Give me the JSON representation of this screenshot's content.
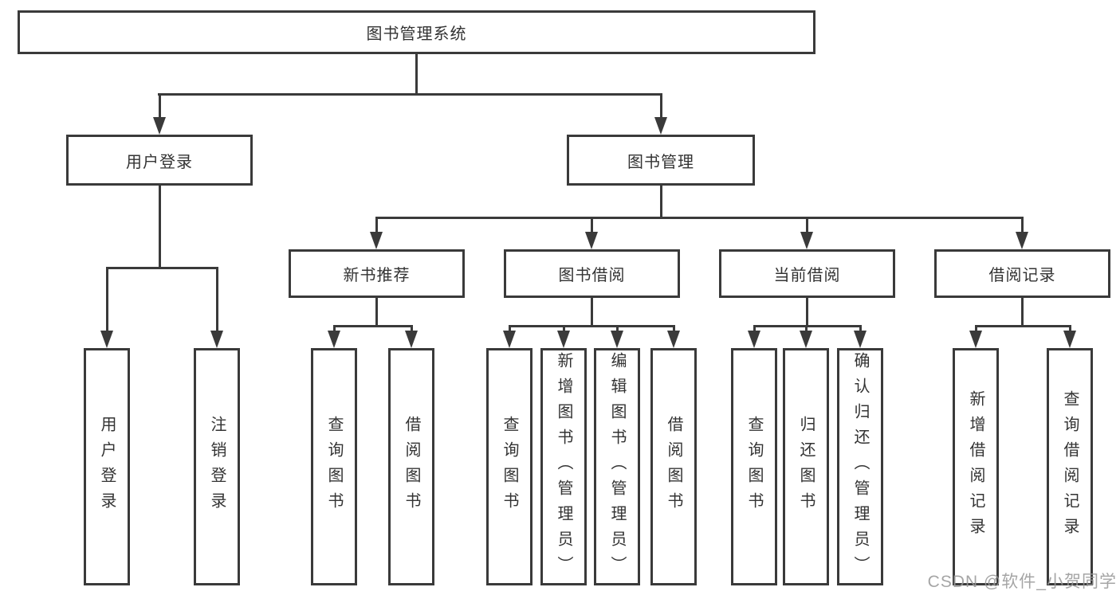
{
  "tree": {
    "label": "图书管理系统",
    "children": [
      {
        "label": "用户登录",
        "children": [
          {
            "label": "用户登录"
          },
          {
            "label": "注销登录"
          }
        ]
      },
      {
        "label": "图书管理",
        "children": [
          {
            "label": "新书推荐",
            "children": [
              {
                "label": "查询图书"
              },
              {
                "label": "借阅图书"
              }
            ]
          },
          {
            "label": "图书借阅",
            "children": [
              {
                "label": "查询图书"
              },
              {
                "label": "新增图书（管理员）"
              },
              {
                "label": "编辑图书（管理员）"
              },
              {
                "label": "借阅图书"
              }
            ]
          },
          {
            "label": "当前借阅",
            "children": [
              {
                "label": "查询图书"
              },
              {
                "label": "归还图书"
              },
              {
                "label": "确认归还（管理员）"
              }
            ]
          },
          {
            "label": "借阅记录",
            "children": [
              {
                "label": "新增借阅记录"
              },
              {
                "label": "查询借阅记录"
              }
            ]
          }
        ]
      }
    ]
  },
  "watermark": "CSDN @软件_小贺同学",
  "colors": {
    "line": "#3a3a3a",
    "text": "#333333",
    "watermark": "#999999",
    "background": "#ffffff"
  }
}
